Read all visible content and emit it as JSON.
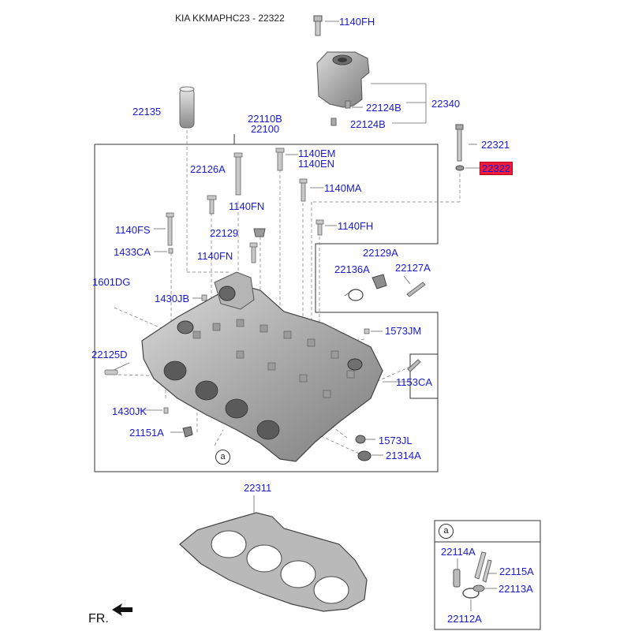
{
  "title": "KIA KKMAPHC23 - 22322",
  "orientation": "FR.",
  "callout": "a",
  "highlight_color": "#ee1c3a",
  "label_color": "#1a1ad0",
  "labels": {
    "p1140FH_top": "1140FH",
    "p22340": "22340",
    "p22124B_1": "22124B",
    "p22124B_2": "22124B",
    "p22135": "22135",
    "p22110B": "22110B",
    "p22100": "22100",
    "p22321": "22321",
    "p22322": "22322",
    "p1140EM": "1140EM",
    "p1140EN": "1140EN",
    "p22126A": "22126A",
    "p1140MA": "1140MA",
    "p1140FN_1": "1140FN",
    "p1140FH_mid": "1140FH",
    "p1140FS": "1140FS",
    "p22129_bolt": "22129",
    "p1433CA": "1433CA",
    "p1140FN_2": "1140FN",
    "p22129A": "22129A",
    "p22136A": "22136A",
    "p22127A": "22127A",
    "p1601DG": "1601DG",
    "p1430JB": "1430JB",
    "p1573JM": "1573JM",
    "p22125D": "22125D",
    "p1153CA": "1153CA",
    "p1430JK": "1430JK",
    "p21151A": "21151A",
    "p1573JL": "1573JL",
    "p21314A": "21314A",
    "p22311": "22311",
    "p22114A": "22114A",
    "p22115A": "22115A",
    "p22113A": "22113A",
    "p22112A": "22112A"
  }
}
